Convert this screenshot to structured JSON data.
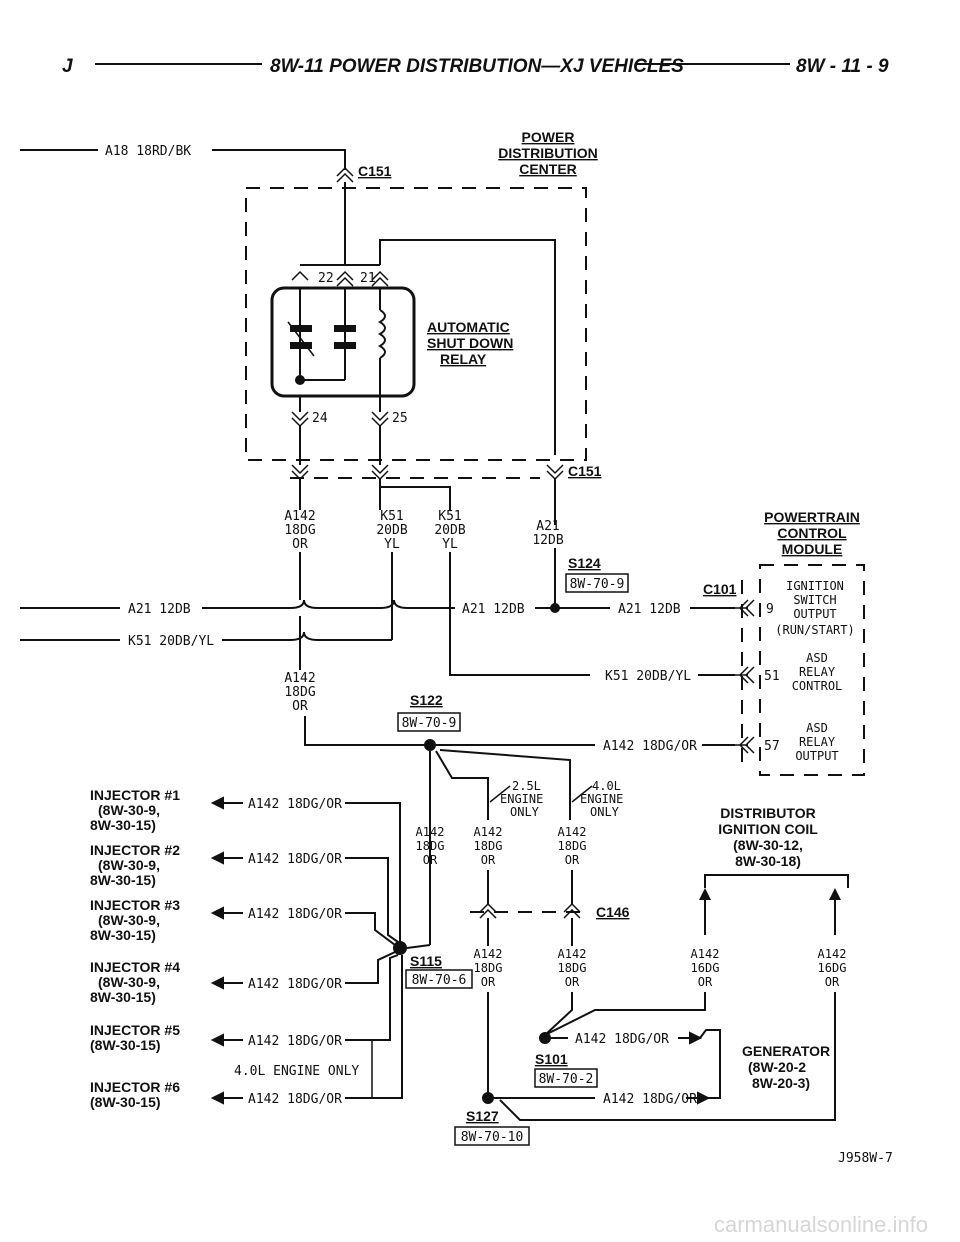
{
  "header": {
    "left": "J",
    "title": "8W-11 POWER DISTRIBUTION—XJ VEHICLES",
    "page": "8W - 11 - 9"
  },
  "pdc": {
    "line1": "POWER",
    "line2": "DISTRIBUTION",
    "line3": "CENTER"
  },
  "pcm": {
    "line1": "POWERTRAIN",
    "line2": "CONTROL",
    "line3": "MODULE",
    "pin9": "9",
    "pin9_l1": "IGNITION",
    "pin9_l2": "SWITCH",
    "pin9_l3": "OUTPUT",
    "pin9_l4": "(RUN/START)",
    "pin51": "51",
    "pin51_l1": "ASD",
    "pin51_l2": "RELAY",
    "pin51_l3": "CONTROL",
    "pin57": "57",
    "pin57_l1": "ASD",
    "pin57_l2": "RELAY",
    "pin57_l3": "OUTPUT"
  },
  "relay": {
    "line1": "AUTOMATIC",
    "line2": "SHUT DOWN",
    "line3": "RELAY",
    "p22": "22",
    "p21": "21",
    "p24": "24",
    "p25": "25"
  },
  "connectors": {
    "c151a": "C151",
    "c151b": "C151",
    "c101": "C101",
    "c146": "C146"
  },
  "splices": {
    "s124": "S124",
    "s124_ref": "8W-70-9",
    "s122": "S122",
    "s122_ref": "8W-70-9",
    "s115": "S115",
    "s115_ref": "8W-70-6",
    "s101": "S101",
    "s101_ref": "8W-70-2",
    "s127": "S127",
    "s127_ref": "8W-70-10"
  },
  "wires": {
    "a18": "A18 18RD/BK",
    "a21_in": "A21 12DB",
    "k51_in": "K51 20DB/YL",
    "a142a_1": "A142",
    "a142a_2": "18DG",
    "a142a_3": "OR",
    "k51a_1": "K51",
    "k51a_2": "20DB",
    "k51a_3": "YL",
    "k51b_1": "K51",
    "k51b_2": "20DB",
    "k51b_3": "YL",
    "a21v_1": "A21",
    "a21v_2": "12DB",
    "a21_mid": "A21 12DB",
    "a21_pcm": "A21 12DB",
    "k51_pcm": "K51 20DB/YL",
    "a142_pcm": "A142 18DG/OR",
    "a142b_1": "A142",
    "a142b_2": "18DG",
    "a142b_3": "OR",
    "inj": "A142 18DG/OR",
    "c1_1": "A142",
    "c1_2": "18DG",
    "c1_3": "OR",
    "c2_1": "A142",
    "c2_2": "18DG",
    "c2_3": "OR",
    "c3_1": "A142",
    "c3_2": "18DG",
    "c3_3": "OR",
    "d1_1": "A142",
    "d1_2": "18DG",
    "d1_3": "OR",
    "d2_1": "A142",
    "d2_2": "18DG",
    "d2_3": "OR",
    "e1_1": "A142",
    "e1_2": "16DG",
    "e1_3": "OR",
    "e2_1": "A142",
    "e2_2": "16DG",
    "e2_3": "OR",
    "gen1": "A142 18DG/OR",
    "gen2": "A142 18DG/OR",
    "eng25_1": "2.5L",
    "eng25_2": "ENGINE",
    "eng25_3": "ONLY",
    "eng40_1": "4.0L",
    "eng40_2": "ENGINE",
    "eng40_3": "ONLY",
    "eng40_inj": "4.0L ENGINE ONLY"
  },
  "components": {
    "inj1_1": "INJECTOR #1",
    "inj1_2": "(8W-30-9,",
    "inj1_3": "8W-30-15)",
    "inj2_1": "INJECTOR #2",
    "inj2_2": "(8W-30-9,",
    "inj2_3": "8W-30-15)",
    "inj3_1": "INJECTOR #3",
    "inj3_2": "(8W-30-9,",
    "inj3_3": "8W-30-15)",
    "inj4_1": "INJECTOR #4",
    "inj4_2": "(8W-30-9,",
    "inj4_3": "8W-30-15)",
    "inj5_1": "INJECTOR #5",
    "inj5_2": "(8W-30-15)",
    "inj6_1": "INJECTOR #6",
    "inj6_2": "(8W-30-15)",
    "dist_1": "DISTRIBUTOR",
    "dist_2": "IGNITION COIL",
    "dist_3": "(8W-30-12,",
    "dist_4": "8W-30-18)",
    "gen_1": "GENERATOR",
    "gen_2": "(8W-20-2",
    "gen_3": "8W-20-3)"
  },
  "figure_id": "J958W-7",
  "watermark": "carmanualsonline.info"
}
